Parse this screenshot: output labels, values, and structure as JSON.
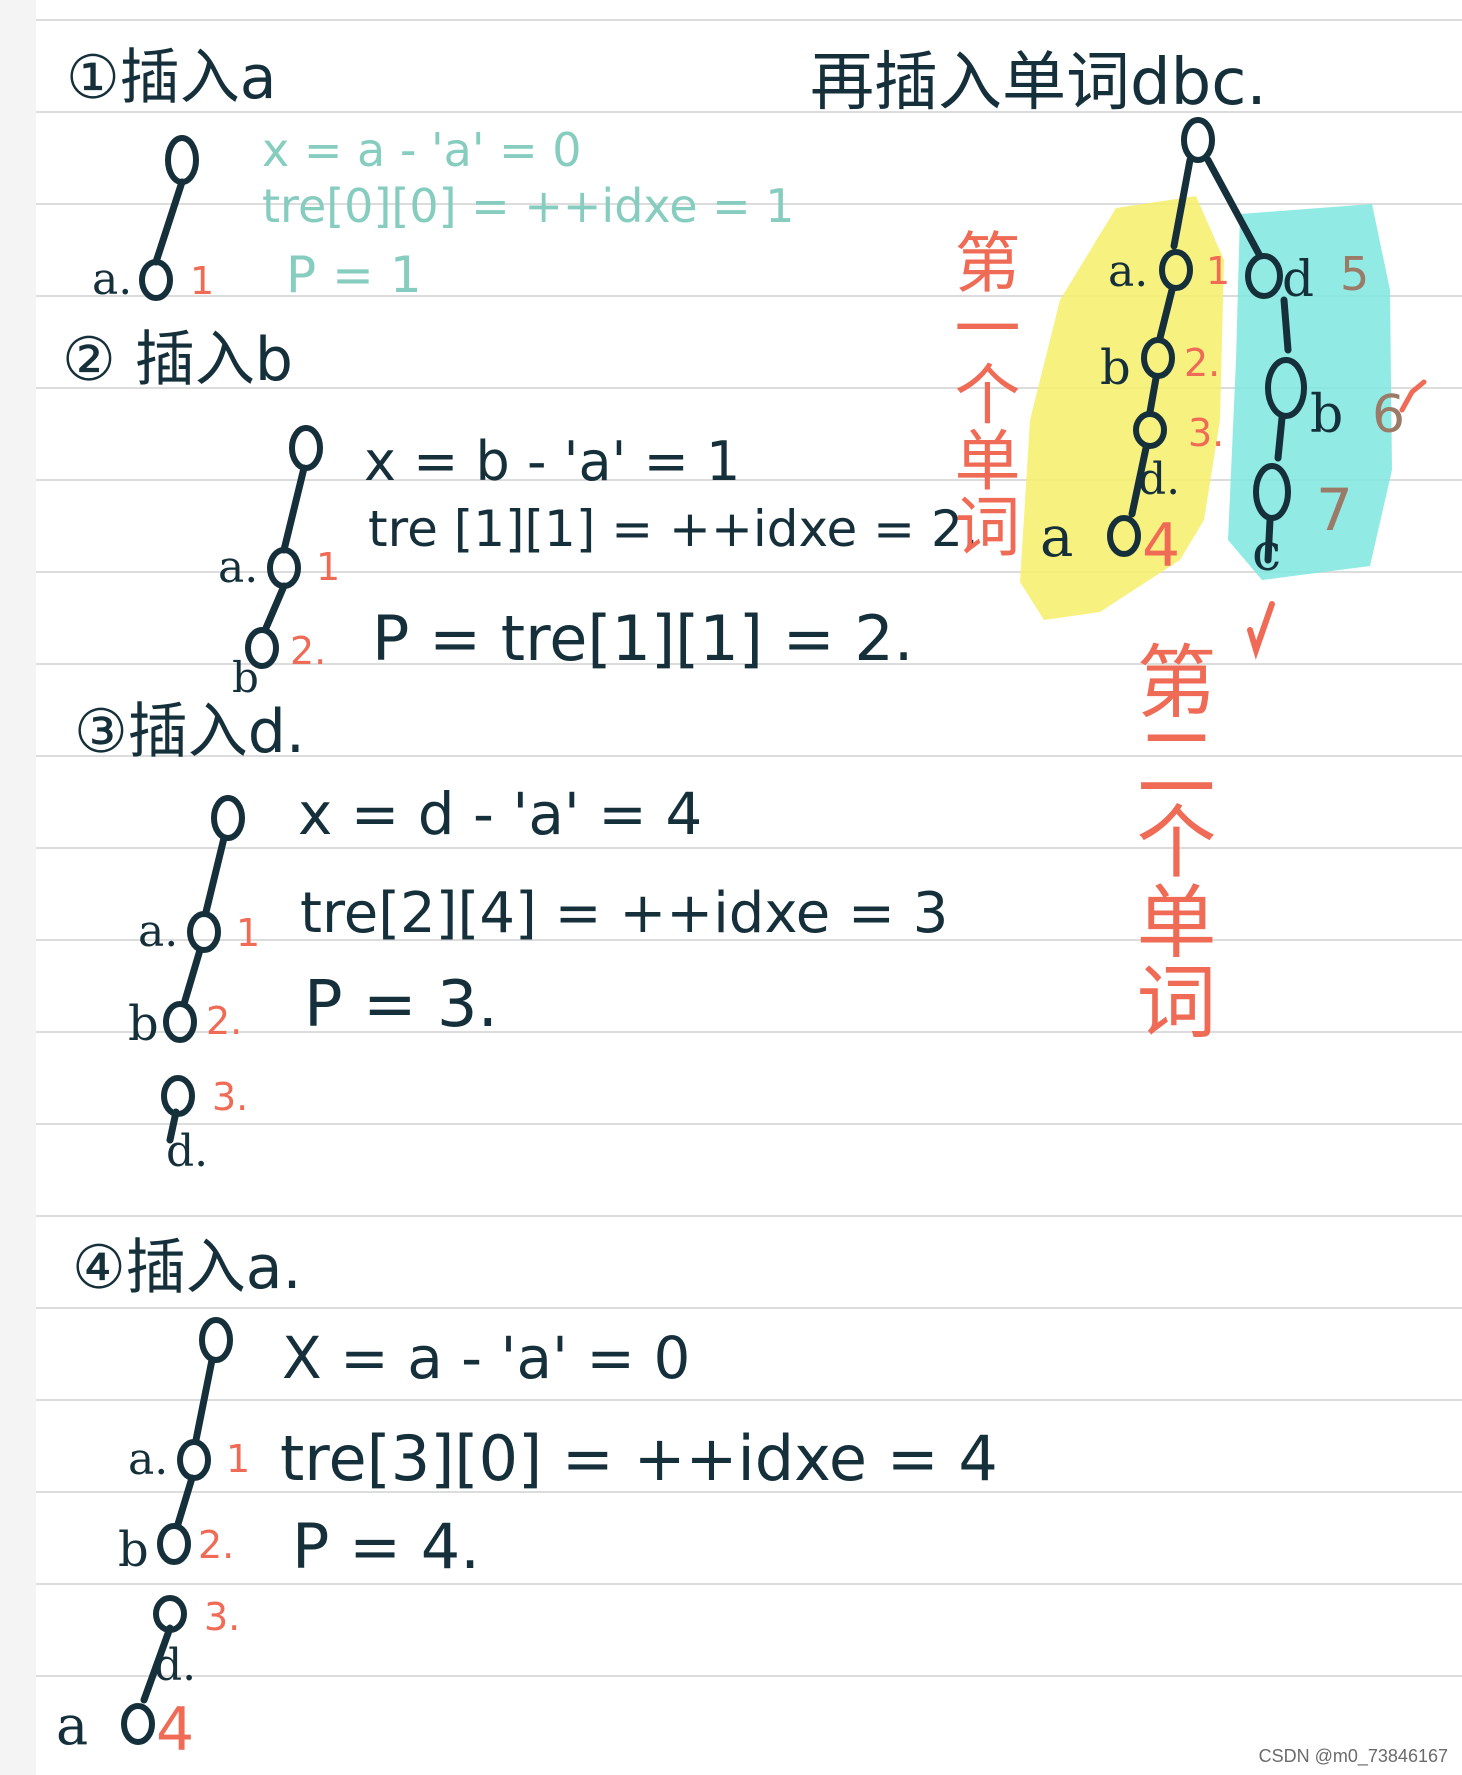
{
  "steps": [
    {
      "title": "①插入a",
      "lines": [
        "x = a - 'a' = 0",
        "tre[0][0] = ++idxe = 1",
        "P = 1"
      ],
      "nodes": [
        {
          "label": "",
          "index": ""
        },
        {
          "label": "a.",
          "index": "1"
        }
      ]
    },
    {
      "title": "② 插入b",
      "lines": [
        "x = b - 'a' = 1",
        "tre [1][1] = ++idxe = 2.",
        "P = tre[1][1] = 2."
      ],
      "nodes": [
        {
          "label": "",
          "index": ""
        },
        {
          "label": "a.",
          "index": "1"
        },
        {
          "label": "b",
          "index": "2."
        }
      ]
    },
    {
      "title": "③插入d.",
      "lines": [
        "x = d - 'a' = 4",
        "tre[2][4] = ++idxe = 3",
        "P = 3."
      ],
      "nodes": [
        {
          "label": "",
          "index": ""
        },
        {
          "label": "a.",
          "index": "1"
        },
        {
          "label": "b",
          "index": "2."
        },
        {
          "label": "d.",
          "index": "3."
        }
      ]
    },
    {
      "title": "④插入a.",
      "lines": [
        "X = a - 'a' = 0",
        "tre[3][0] = ++idxe = 4",
        "P = 4."
      ],
      "nodes": [
        {
          "label": "",
          "index": ""
        },
        {
          "label": "a.",
          "index": "1"
        },
        {
          "label": "b",
          "index": "2."
        },
        {
          "label": "d.",
          "index": "3."
        },
        {
          "label": "a",
          "index": "4"
        }
      ]
    }
  ],
  "right": {
    "title": "再插入单词dbc.",
    "first_word_label": "第一个单词",
    "second_word_label": "第二个单词",
    "first_branch": [
      {
        "label": "a.",
        "index": "1"
      },
      {
        "label": "b",
        "index": "2."
      },
      {
        "label": "d.",
        "index": "3."
      },
      {
        "label": "a",
        "index": "4"
      }
    ],
    "second_branch": [
      {
        "label": "d",
        "index": "5"
      },
      {
        "label": "b",
        "index": "6"
      },
      {
        "label": "c",
        "index": "7"
      }
    ]
  },
  "watermark": "CSDN @m0_73846167",
  "colors": {
    "ink": "#15303a",
    "index_red": "#ef6b55",
    "teal_text": "#86cdbf",
    "brown_text": "#9b7a68",
    "highlight_yellow": "#f6ef6a",
    "highlight_cyan": "#7ee8df",
    "rule_line": "#dcdcdc"
  }
}
